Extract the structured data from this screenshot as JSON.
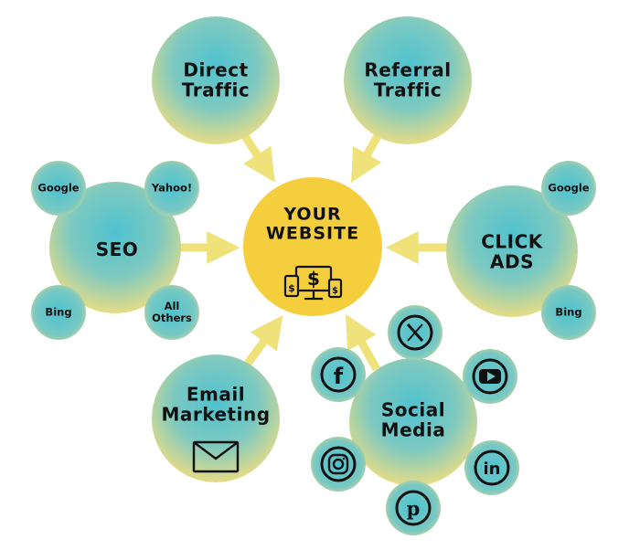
{
  "center": {
    "label": "YOUR\nWEBSITE",
    "icon": "website-dollar-devices-icon"
  },
  "nodes": {
    "direct_traffic": "Direct\nTraffic",
    "referral_traffic": "Referral\nTraffic",
    "seo": "SEO",
    "click_ads": "CLICK\nADS",
    "email_marketing": "Email\nMarketing",
    "social_media": "Social\nMedia"
  },
  "seo_sources": {
    "google": "Google",
    "yahoo": "Yahoo!",
    "bing": "Bing",
    "all_others": "All\nOthers"
  },
  "ads_sources": {
    "google": "Google",
    "bing": "Bing"
  },
  "email_icon": "envelope-icon",
  "social_icons": [
    "x-icon",
    "youtube-icon",
    "linkedin-icon",
    "pinterest-icon",
    "instagram-icon",
    "facebook-icon"
  ],
  "colors": {
    "teal": "#5ec4cc",
    "yellow_tint": "#e4dc8a",
    "center_yellow": "#f4ce3c",
    "arrow": "#eedf7a",
    "ink": "#111111"
  }
}
